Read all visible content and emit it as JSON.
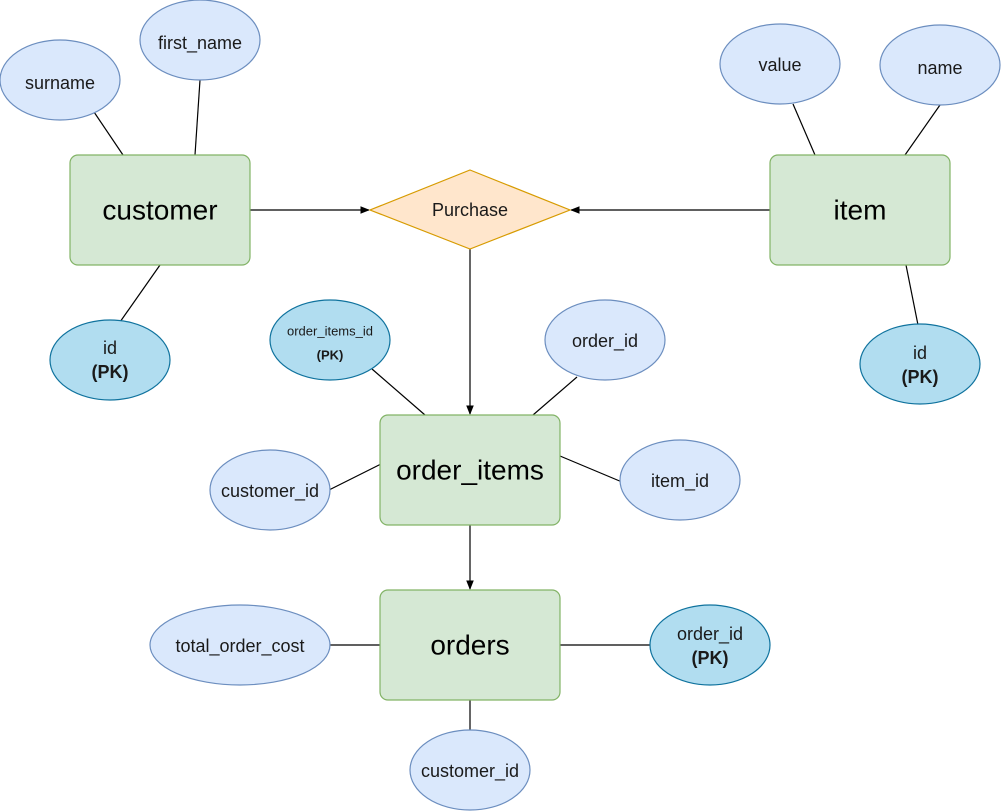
{
  "colors": {
    "entity_fill": "#d5e8d4",
    "entity_stroke": "#82b366",
    "attribute_fill": "#dae8fc",
    "attribute_stroke": "#6c8ebf",
    "pk_fill": "#b1ddf0",
    "pk_stroke": "#10739e",
    "relationship_fill": "#ffe6cc",
    "relationship_stroke": "#d79b00",
    "line": "#000000"
  },
  "entities": {
    "customer": "customer",
    "item": "item",
    "order_items": "order_items",
    "orders": "orders"
  },
  "relationship": {
    "label": "Purchase"
  },
  "attributes": {
    "customer_surname": "surname",
    "customer_first_name": "first_name",
    "customer_id": {
      "name": "id",
      "pk": "(PK)"
    },
    "item_value": "value",
    "item_name": "name",
    "item_id": {
      "name": "id",
      "pk": "(PK)"
    },
    "order_items_pk": {
      "name": "order_items_id",
      "pk": "(PK)"
    },
    "order_items_order_id": "order_id",
    "order_items_customer_id": "customer_id",
    "order_items_item_id": "item_id",
    "orders_total_order_cost": "total_order_cost",
    "orders_order_id": {
      "name": "order_id",
      "pk": "(PK)"
    },
    "orders_customer_id": "customer_id"
  }
}
